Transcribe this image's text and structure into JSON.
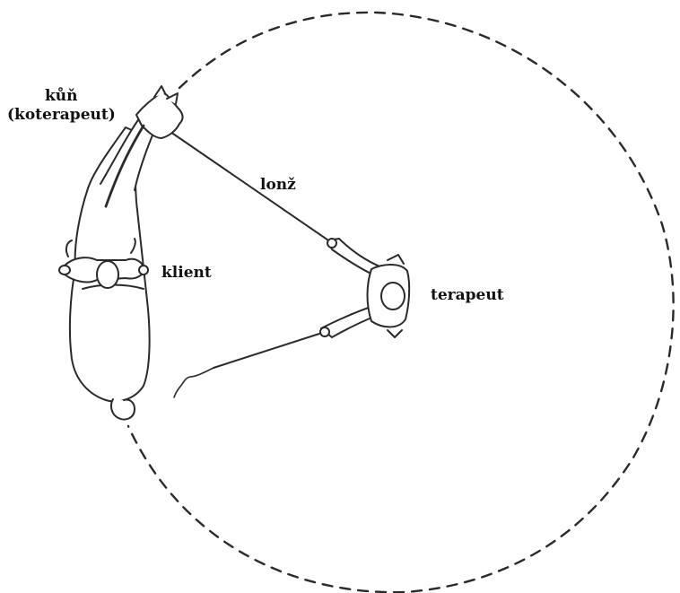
{
  "labels": {
    "horse_line1": "kůň",
    "horse_line2": "(koterapeut)",
    "lunge": "lonž",
    "client": "klient",
    "therapist": "terapeut"
  },
  "colors": {
    "stroke": "#2a2a2a",
    "text": "#111111",
    "background": "#ffffff"
  }
}
